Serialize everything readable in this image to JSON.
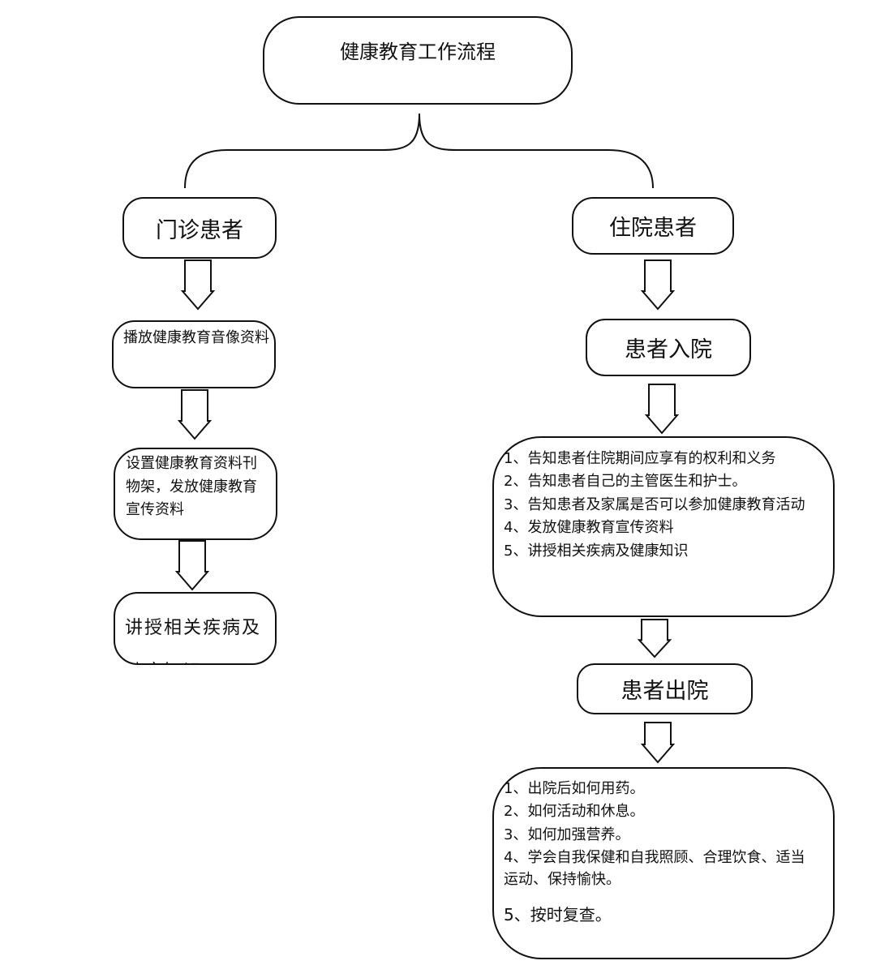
{
  "title": "健康教育工作流程",
  "outpatient": {
    "heading": "门诊患者",
    "steps": [
      {
        "text": "播放健康教育音像资料"
      },
      {
        "lines": [
          "设置健康教育资料刊",
          "物架，发放健康教育",
          "宣传资料"
        ]
      },
      {
        "lines": [
          "讲授相关疾病及",
          "健康知识"
        ]
      }
    ]
  },
  "inpatient": {
    "heading": "住院患者",
    "admission": "患者入院",
    "admission_items": [
      "1、告知患者住院期间应享有的权利和义务",
      "2、告知患者自己的主管医生和护士。",
      "3、告知患者及家属是否可以参加健康教育活动",
      "4、发放健康教育宣传资料",
      "5、讲授相关疾病及健康知识"
    ],
    "discharge": "患者出院",
    "discharge_items": [
      "1、出院后如何用药。",
      "2、如何活动和休息。",
      "3、如何加强营养。",
      "4、学会自我保健和自我照顾、合理饮食、适当",
      "运动、保持愉快。",
      "5、按时复查。"
    ]
  }
}
